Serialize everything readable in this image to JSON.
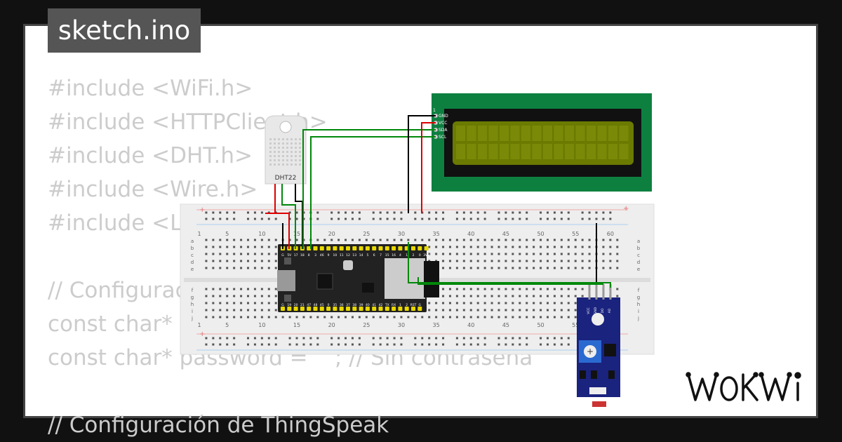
{
  "file_tab": {
    "label": "sketch.ino"
  },
  "code_lines": [
    "#include <WiFi.h>",
    "#include <HTTPClient.h>",
    "#include <DHT.h>",
    "#include <Wire.h>",
    "#include <LiquidCrystal_I2C.h>",
    "",
    "// Configuración WiFi",
    "const char* ssid = \"Wokwi-GUEST\";",
    "const char* password = \"\"; // Sin contraseña",
    "",
    "// Configuración de ThingSpeak"
  ],
  "components": {
    "dht22": {
      "label": "DHT22"
    },
    "lcd": {
      "pins": [
        "GND",
        "VCC",
        "SDA",
        "SCL"
      ],
      "pin_index": "1",
      "backlight_color": "#6b7a00",
      "board_color": "#0d8040"
    },
    "esp32": {
      "top_pins": [
        "G",
        "5V",
        "17",
        "18",
        "8",
        "3",
        "46",
        "9",
        "10",
        "11",
        "12",
        "13",
        "14",
        "5",
        "6",
        "7",
        "15",
        "16",
        "4",
        "1",
        "2",
        "0",
        "3V3"
      ],
      "bottom_pins": [
        "G",
        "19",
        "20",
        "21",
        "47",
        "48",
        "45",
        "0",
        "35",
        "36",
        "37",
        "38",
        "39",
        "40",
        "41",
        "42",
        "TX",
        "RX",
        "1",
        "2",
        "RST",
        "G"
      ]
    },
    "ldr_module": {
      "pins": [
        "VCC",
        "GND",
        "DO",
        "AO"
      ],
      "board_color": "#1a237e"
    }
  },
  "breadboard": {
    "columns_top": [
      "1",
      "5",
      "10",
      "15",
      "20",
      "25",
      "30",
      "35",
      "40",
      "45",
      "50",
      "55",
      "60"
    ],
    "rows_left": [
      "a",
      "b",
      "c",
      "d",
      "e",
      "f",
      "g",
      "h",
      "i",
      "j"
    ],
    "rail_plus": "+",
    "rail_minus": "-"
  },
  "wire_colors": {
    "power": "#dd0000",
    "ground": "#000000",
    "signal": "#00880a"
  },
  "brand": {
    "name": "WOKWI"
  }
}
